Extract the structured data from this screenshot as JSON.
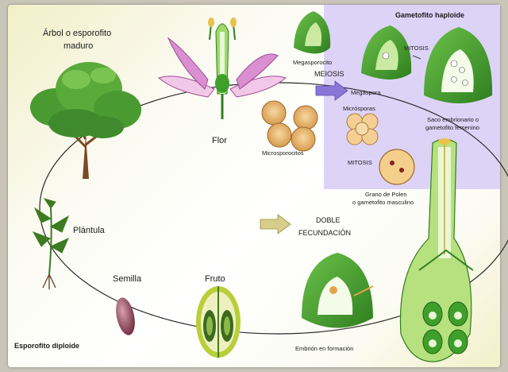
{
  "labels": {
    "arbol_line1": "Árbol o esporofito",
    "arbol_line2": "maduro",
    "flor": "Flor",
    "plantula": "Plántula",
    "semilla": "Semilla",
    "fruto": "Fruto",
    "esporofito_diploide": "Esporofito diploide",
    "gametofito_haploide": "Gametofito haploide",
    "megasporocito": "Megasporocito",
    "meiosis": "MEIOSIS",
    "megaspora": "Megáspora",
    "mitosis_top": "MITOSIS",
    "saco_line1": "Saco embrionario o",
    "saco_line2": "gametofito femenino",
    "microsporas": "Micrósporas",
    "microsporocitos": "Microsporocitos",
    "mitosis_mid": "MITOSIS",
    "polen_line1": "Grano de Polen",
    "polen_line2": "o gametofito masculino",
    "doble_line1": "DOBLE",
    "doble_line2": "FECUNDACIÓN",
    "embrion": "Embrión en formación"
  },
  "colors": {
    "green": "#3f9f2b",
    "green_light": "#a6d96a",
    "haploid_bg": "#ddd3f7",
    "pollen": "#e6b673",
    "arrow_gold": "#b8ac5e",
    "arrow_purple": "#8877d6"
  }
}
